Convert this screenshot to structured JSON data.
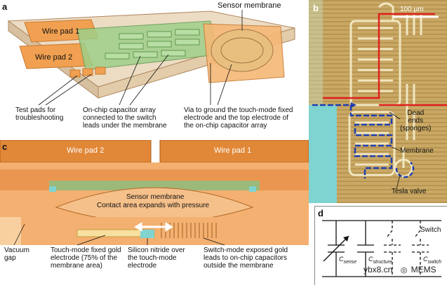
{
  "panel_a": {
    "letter": "a",
    "sensor_membrane": "Sensor membrane",
    "wire_pad_1": "Wire pad 1",
    "wire_pad_2": "Wire pad 2",
    "test_pads": [
      "Test pads for",
      "troubleshooting"
    ],
    "capacitor_array": [
      "On-chip capacitor array",
      "connected to the switch",
      "leads under the membrane"
    ],
    "via": [
      "Via to ground the touch-mode fixed",
      "electrode and the top electrode of",
      "the on-chip capacitor array"
    ]
  },
  "panel_b": {
    "letter": "b",
    "scale_bar": "100 μm",
    "dead_ends": [
      "Dead",
      "ends",
      "(sponges)"
    ],
    "membrane": "Membrane",
    "tesla_valve": "Tesla valve"
  },
  "panel_c": {
    "letter": "c",
    "wire_pad_2": "Wire pad 2",
    "wire_pad_1": "Wire pad 1",
    "sensor_membrane": "Sensor membrane",
    "contact_area": "Contact area expands with pressure",
    "vacuum_gap": [
      "Vacuum",
      "gap"
    ],
    "touch_mode": [
      "Touch-mode fixed gold",
      "electrode (75% of the",
      "membrane area)"
    ],
    "silicon_nitride": [
      "Silicon nitride over",
      "the touch-mode",
      "electrode"
    ],
    "switch_mode": [
      "Switch-mode exposed gold",
      "leads to on-chip capacitors",
      "outside the membrane"
    ]
  },
  "panel_d": {
    "letter": "d",
    "switch": "Switch",
    "c_sense": "C",
    "c_sense_sub": "sense",
    "c_structure": "C",
    "c_structure_sub": "structure",
    "c_switch": "C",
    "c_switch_sub": "switch"
  },
  "watermark": {
    "site": "ybx8.cn",
    "brand": "MEMS"
  },
  "colors": {
    "orange": "#f0a050",
    "orange_dark": "#d9762a",
    "green": "#8fc080",
    "cyan": "#7fd3d0",
    "gold_bg": "#c9a865",
    "flow_blue": "#1f3fb0",
    "flow_red": "#e02020"
  }
}
